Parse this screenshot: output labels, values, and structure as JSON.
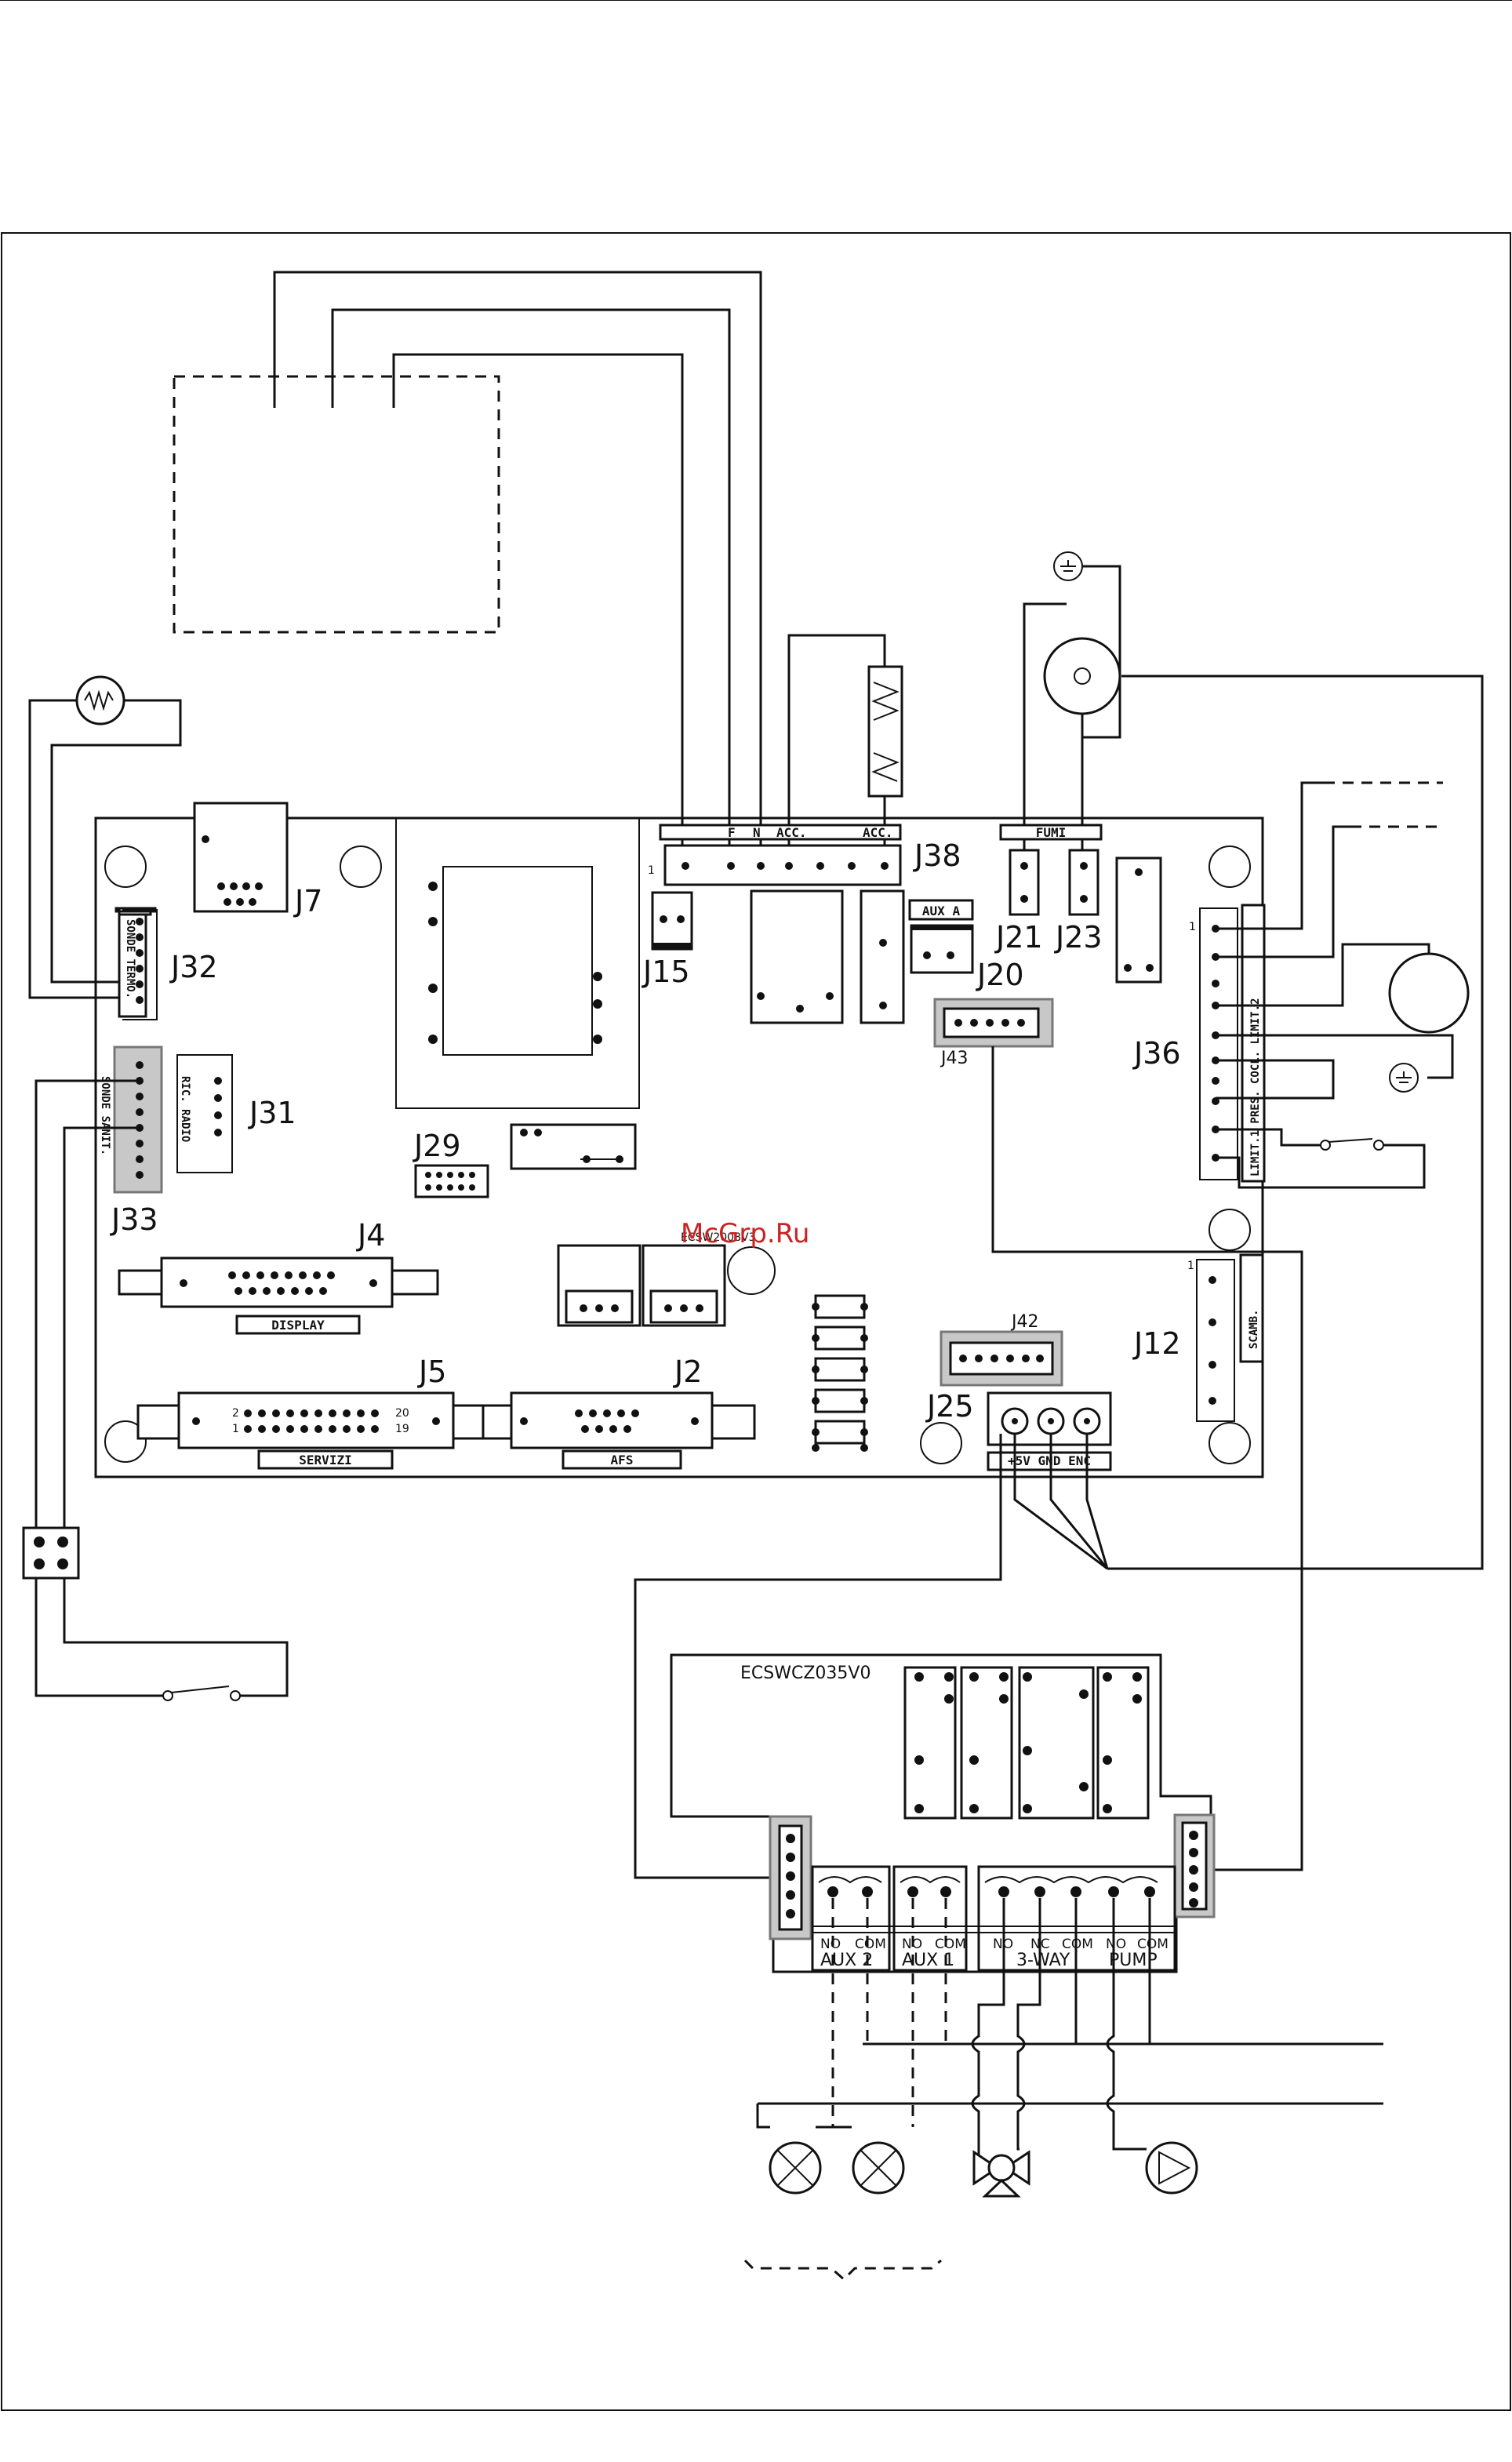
{
  "connectors": {
    "j7": "J7",
    "j32": "J32",
    "j33": "J33",
    "j31": "J31",
    "j29": "J29",
    "j4": "J4",
    "j5": "J5",
    "j2": "J2",
    "j15": "J15",
    "j38": "J38",
    "j20": "J20",
    "j21": "J21",
    "j23": "J23",
    "j36": "J36",
    "j43": "J43",
    "j42": "J42",
    "j12": "J12",
    "j25": "J25"
  },
  "board_labels": {
    "board_code": "ECSW2008V3",
    "display": "DISPLAY",
    "servizi": "SERVIZI",
    "afs": "AFS",
    "fumi": "FUMI",
    "aux_a": "AUX A",
    "scamb": "SCAMB.",
    "sonde_termo": "SONDE TERMO.",
    "sonde_sanit": "SONDE SANIT.",
    "ric_radio": "RIC. RADIO",
    "limits": "LIMIT.1 PRES. COCL. LIMIT.2",
    "j25_pins": "+5V GND ENC",
    "j38_pins": [
      "F",
      "N",
      "ACC.",
      "ACC."
    ],
    "j5_pins": [
      "2",
      "20",
      "1",
      "19"
    ],
    "pin_one": "1"
  },
  "watermark": "McGrp.Ru",
  "module": {
    "code": "ECSWCZ035V0",
    "terminals": [
      "AUX 2",
      "AUX 1",
      "3-WAY",
      "PUMP"
    ],
    "pins": [
      "NO",
      "COM",
      "NO",
      "COM",
      "NO",
      "NC",
      "COM",
      "NO",
      "COM"
    ]
  },
  "colors": {
    "line": "#111111",
    "watermark": "#cc2222",
    "highlight": "#c8c8c8"
  }
}
